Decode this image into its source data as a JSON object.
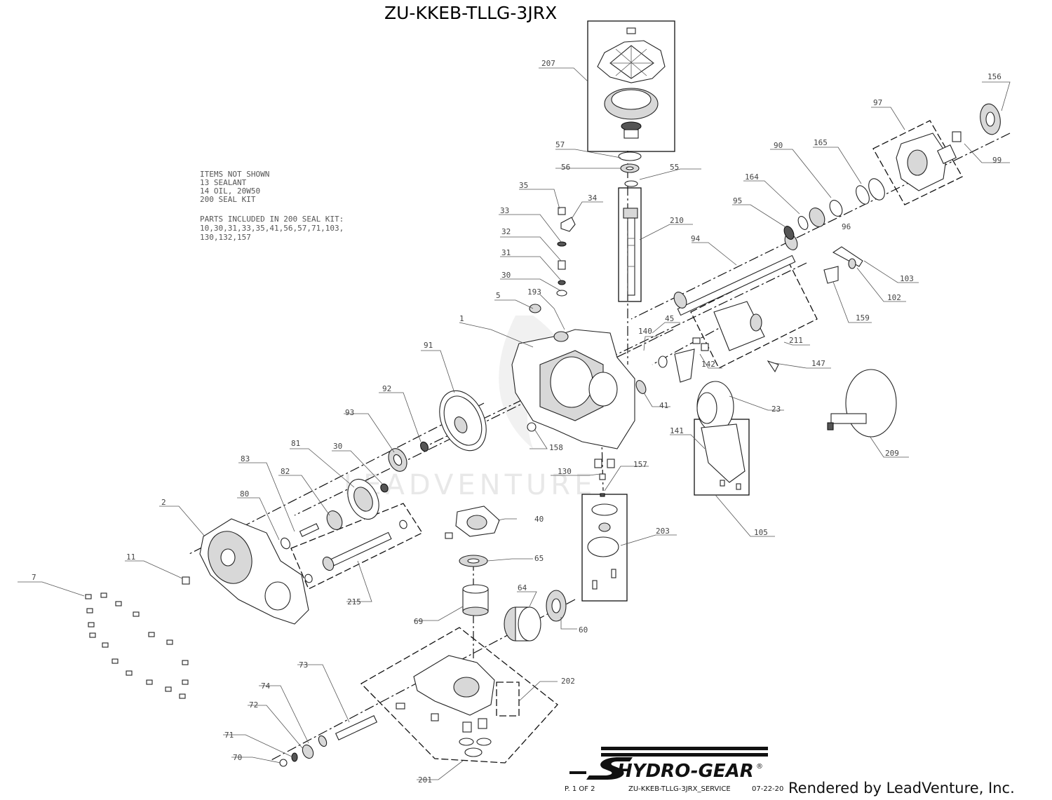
{
  "title": "ZU-KKEB-TLLG-3JRX",
  "notes": {
    "items_not_shown_heading": "ITEMS NOT SHOWN",
    "items_not_shown": [
      "13 SEALANT",
      "14 OIL, 20W50",
      "200 SEAL KIT"
    ],
    "seal_kit_heading": "PARTS INCLUDED IN 200 SEAL KIT:",
    "seal_kit_parts": [
      "10,30,31,33,35,41,56,57,71,103,",
      "130,132,157"
    ]
  },
  "callouts": {
    "c207": "207",
    "c156": "156",
    "c97": "97",
    "c99": "99",
    "c57": "57",
    "c56": "56",
    "c55": "55",
    "c90": "90",
    "c165": "165",
    "c164": "164",
    "c95": "95",
    "c96": "96",
    "c35": "35",
    "c34": "34",
    "c33": "33",
    "c210": "210",
    "c32": "32",
    "c94": "94",
    "c31": "31",
    "c30a": "30",
    "c103": "103",
    "c5": "5",
    "c193": "193",
    "c102": "102",
    "c159": "159",
    "c1": "1",
    "c45": "45",
    "c140": "140",
    "c211": "211",
    "c91": "91",
    "c142": "142",
    "c147": "147",
    "c41": "41",
    "c93": "93",
    "c92": "92",
    "c23": "23",
    "c141": "141",
    "c158": "158",
    "c209": "209",
    "c81": "81",
    "c30b": "30",
    "c130": "130",
    "c157": "157",
    "c83": "83",
    "c82": "82",
    "c80": "80",
    "c2": "2",
    "c40": "40",
    "c203": "203",
    "c105": "105",
    "c11": "11",
    "c65": "65",
    "c7": "7",
    "c215": "215",
    "c64": "64",
    "c69": "69",
    "c60": "60",
    "c73": "73",
    "c202": "202",
    "c74": "74",
    "c72": "72",
    "c71": "71",
    "c70": "70",
    "c201": "201"
  },
  "watermark": "LEADVENTURE",
  "brand": {
    "name": "HYDRO-GEAR",
    "registered_mark": "®"
  },
  "footer": {
    "page": "P. 1 OF 2",
    "doc": "ZU-KKEB-TLLG-3JRX_SERVICE",
    "date": "07-22-20",
    "rendered_by": "Rendered by LeadVenture, Inc."
  }
}
